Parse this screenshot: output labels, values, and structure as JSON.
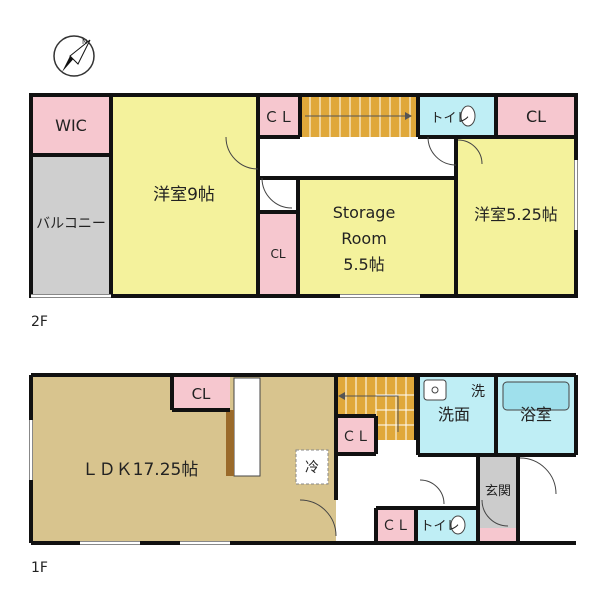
{
  "floor2": {
    "label": "2F",
    "rooms": {
      "wic": "WIC",
      "balcony": "バルコニー",
      "western9": "洋室9帖",
      "cl_top": "ＣＬ",
      "toilet": "トイレ",
      "cl_right": "CL",
      "storage_line1": "Storage",
      "storage_line2": "Room",
      "storage_line3": "5.5帖",
      "cl_small": "CL",
      "western525": "洋室5.25帖"
    }
  },
  "floor1": {
    "label": "1F",
    "rooms": {
      "ldk": "ＬＤＫ17.25帖",
      "cl_ldk": "CL",
      "fridge": "冷",
      "cl_stair": "ＣＬ",
      "wash_mark": "洗",
      "washroom": "洗面",
      "bath": "浴室",
      "entrance": "玄関",
      "cl_toilet": "ＣＬ",
      "toilet": "トイレ"
    }
  },
  "colors": {
    "wall": "#111111",
    "western_room": "#f4f29c",
    "ldk_floor": "#d8c48e",
    "closet": "#f6c7cf",
    "wet_area": "#bfeef5",
    "balcony": "#cfcfcf",
    "stairs": "#e0a83a",
    "entrance": "#cccccc",
    "hall": "#ffffff"
  }
}
